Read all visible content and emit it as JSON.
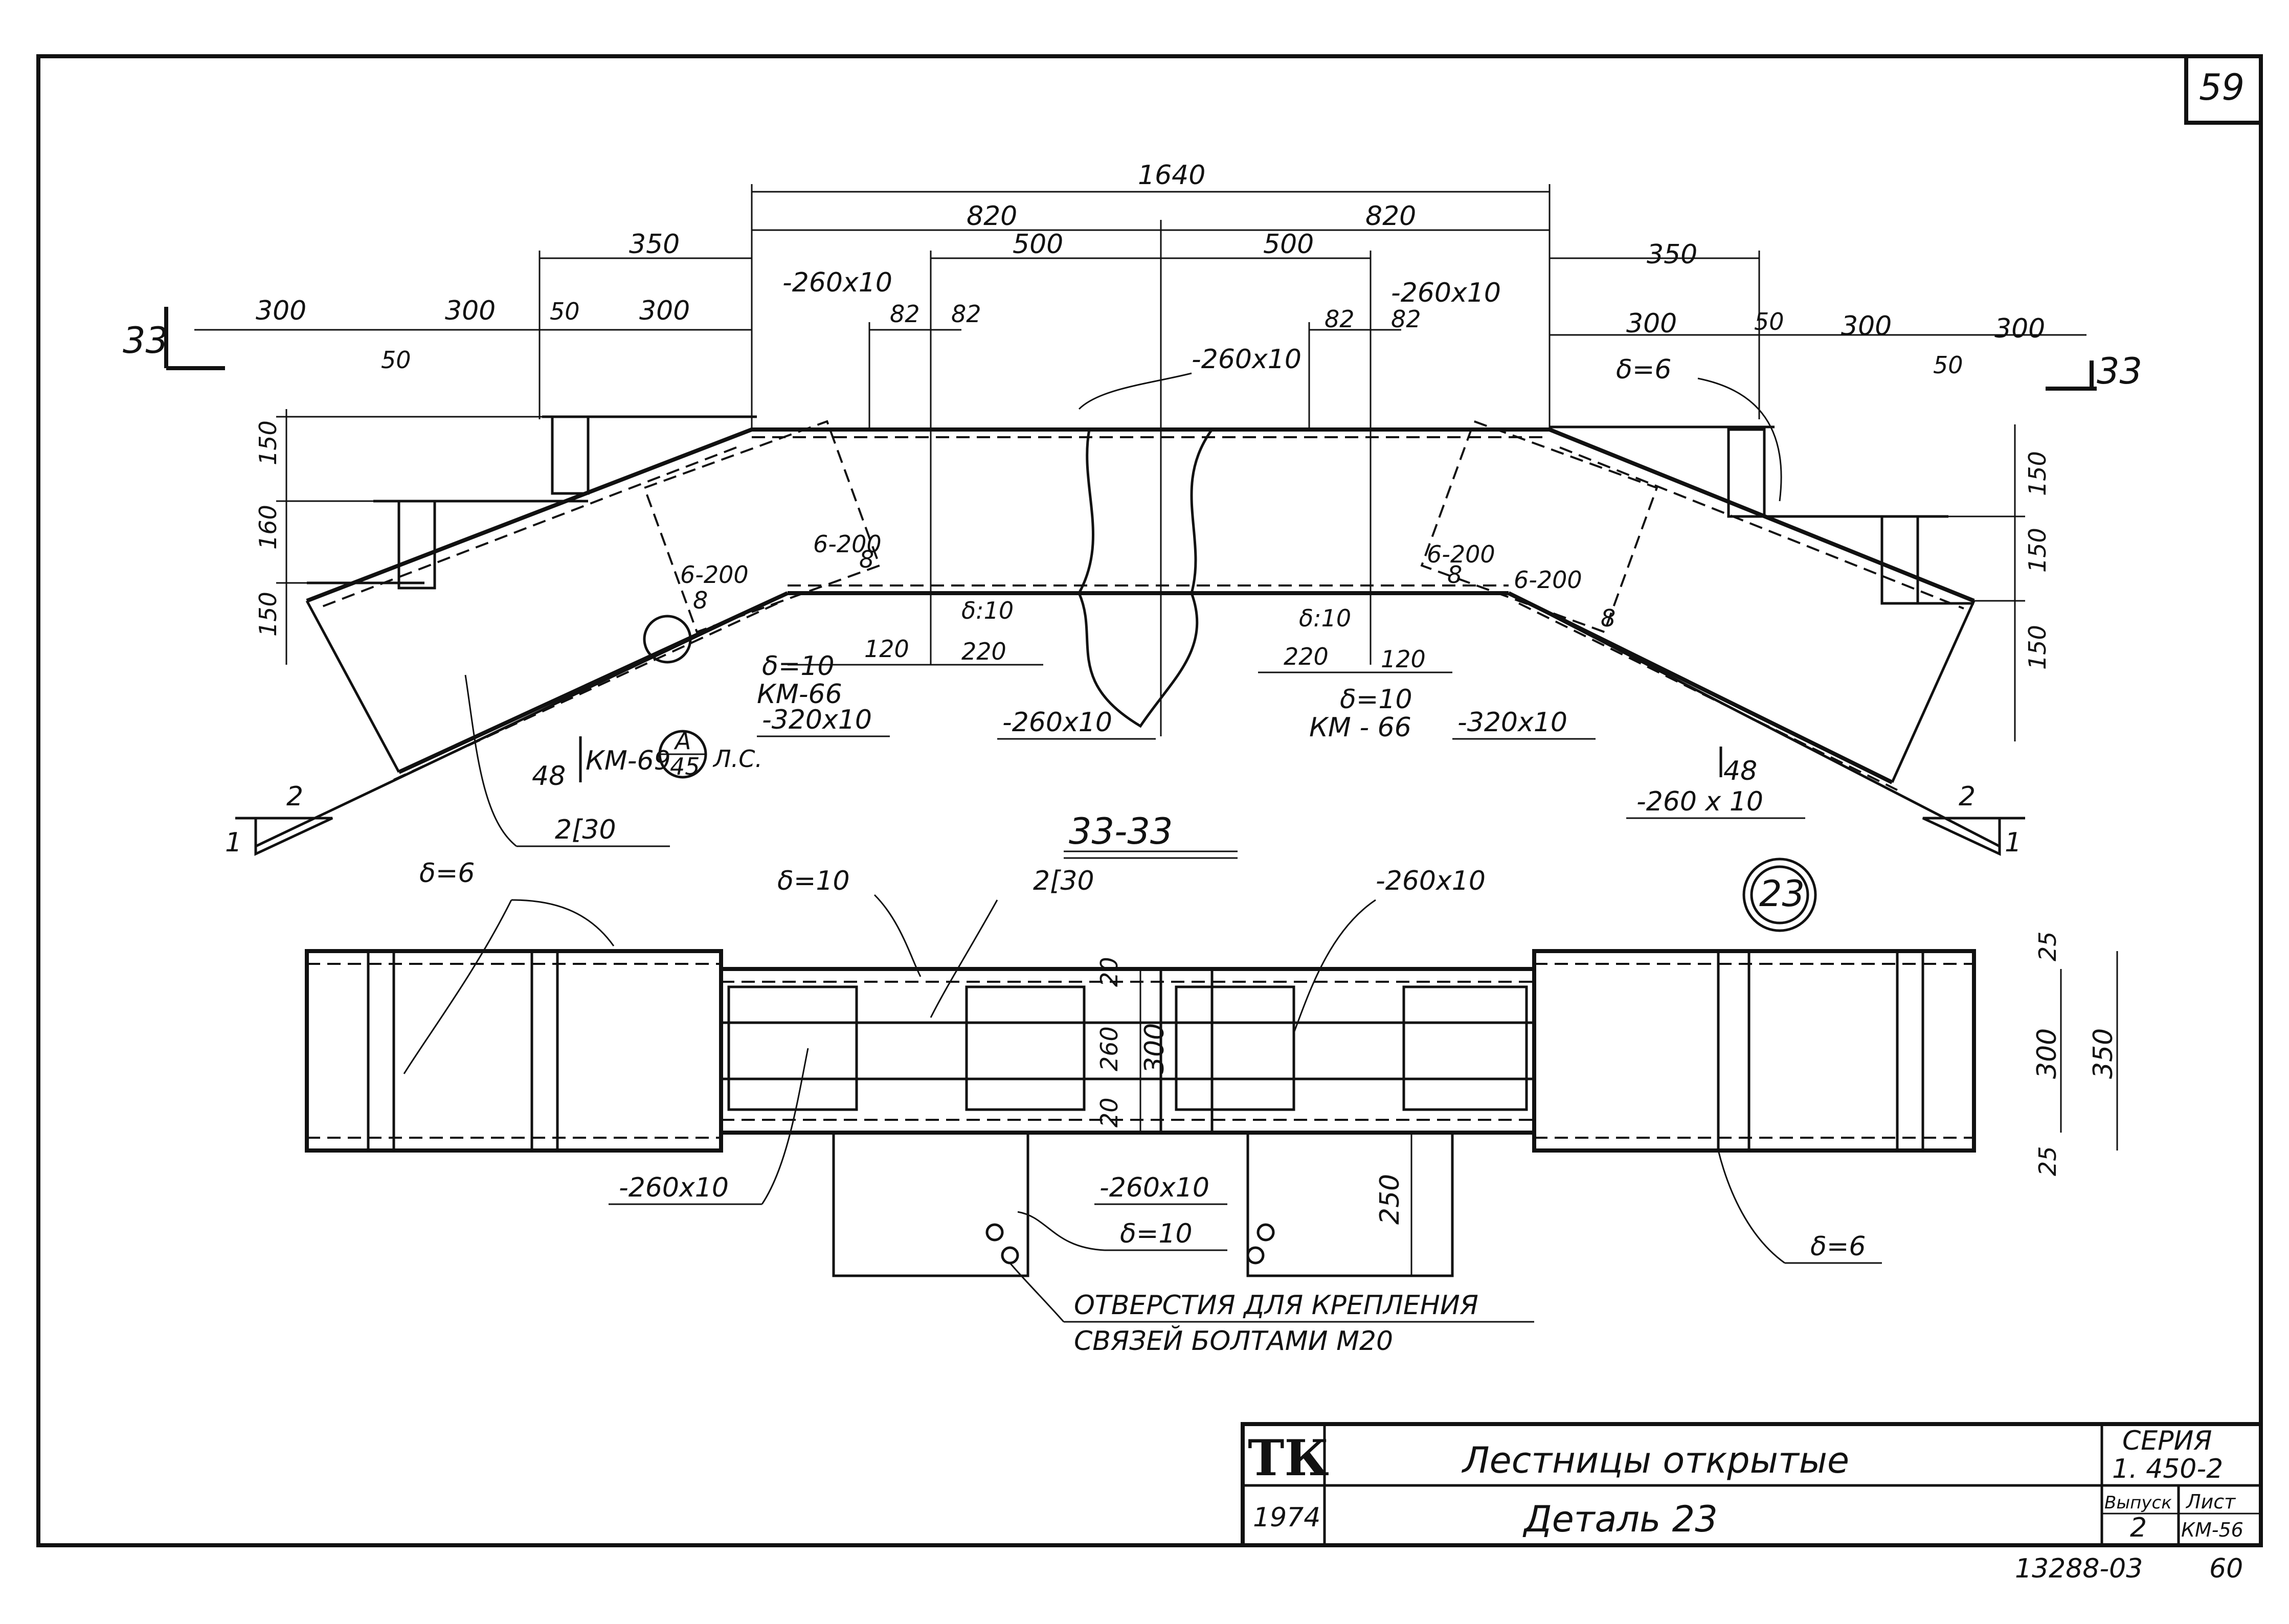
{
  "sheet_number": "59",
  "section_marks": {
    "left": "33",
    "right": "33"
  },
  "top_dimensions": {
    "overall": "1640",
    "half_left": "820",
    "half_right": "820",
    "inner_left": "500",
    "inner_right": "500",
    "step_left": "350",
    "step_right": "350",
    "seg_300": "300",
    "seg_50": "50",
    "seg_82": "82"
  },
  "vertical_dimensions": {
    "v150": "150",
    "v160": "160"
  },
  "labels": {
    "plate_260x10": "-260x10",
    "plate_260x10_b": "-260 x 10",
    "plate_320x10": "-320x10",
    "plate_6_200": "6-200",
    "thk_6": "δ=6",
    "thk_10": "δ=10",
    "thk_10_b": "δ:10",
    "km66": "КМ-66",
    "km66_b": "КМ - 66",
    "km69": "КМ-69",
    "weld_48": "48",
    "weld_8": "8",
    "ref_a": "А",
    "ref_45": "45",
    "ref_ls": "Л.С.",
    "channel": "2[30",
    "dim_120": "120",
    "dim_220": "220",
    "cut_1": "1",
    "cut_2": "2"
  },
  "section_title": "33-33",
  "detail_number": "23",
  "section_dimensions": {
    "d20": "20",
    "d25": "25",
    "d260": "260",
    "d300": "300",
    "d350": "350",
    "d250": "250"
  },
  "notes": {
    "holes_line1": "ОТВЕРСТИЯ ДЛЯ КРЕПЛЕНИЯ",
    "holes_line2": "СВЯЗЕЙ БОЛТАМИ М20"
  },
  "title_block": {
    "logo": "ТК",
    "year": "1974",
    "title": "Лестницы открытые",
    "subtitle": "Деталь 23",
    "series_label": "СЕРИЯ",
    "series_value": "1. 450-2",
    "issue_label": "Выпуск",
    "issue_value": "2",
    "sheet_label": "Лист",
    "sheet_value": "КМ-56"
  },
  "footer": {
    "code": "13288-03",
    "page": "60"
  }
}
